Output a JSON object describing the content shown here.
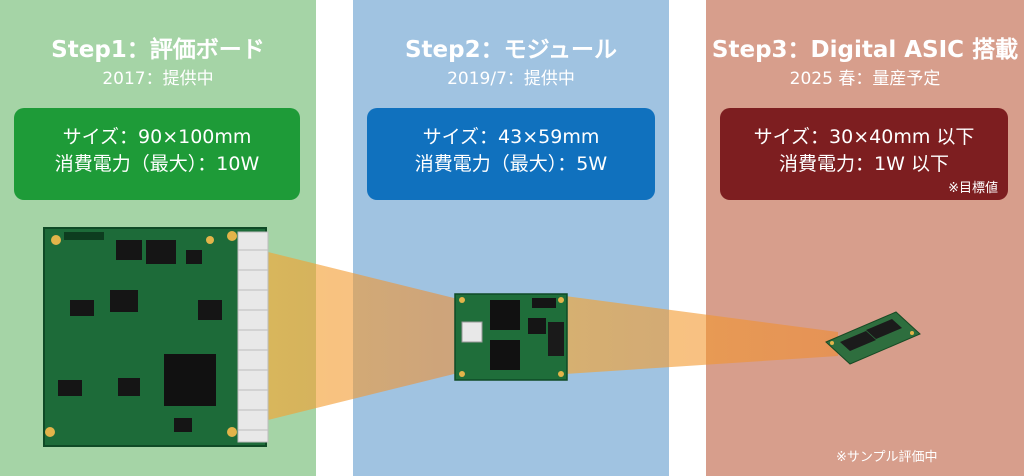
{
  "theme": {
    "col1_bg": "#a5d4a6",
    "col2_bg": "#a0c3e1",
    "col3_bg": "#d79e8c",
    "box1_bg": "#1e9b38",
    "box2_bg": "#1071be",
    "box3_bg": "#7d1e20",
    "beam": "#f08a2d"
  },
  "steps": [
    {
      "title": "Step1：評価ボード",
      "date": "2017：提供中",
      "spec_size": "サイズ：90×100mm",
      "spec_power": "消費電力（最大）：10W"
    },
    {
      "title": "Step2：モジュール",
      "date": "2019/7：提供中",
      "spec_size": "サイズ：43×59mm",
      "spec_power": "消費電力（最大）：5W"
    },
    {
      "title": "Step3：Digital ASIC 搭載",
      "date": "2025 春：量産予定",
      "spec_size": "サイズ：30×40mm 以下",
      "spec_power": "消費電力：1W 以下",
      "note": "※目標値"
    }
  ],
  "footnote": "※サンプル評価中"
}
